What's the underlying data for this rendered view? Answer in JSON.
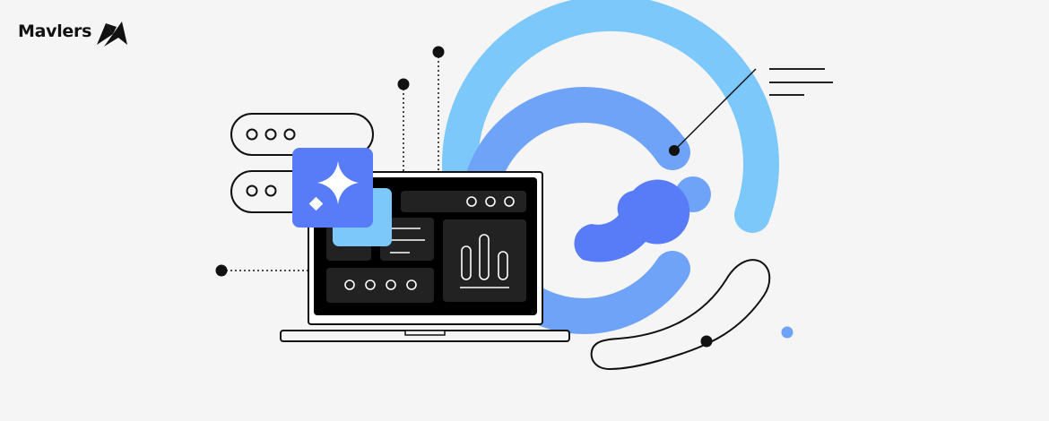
{
  "brand": {
    "name": "Mavlers",
    "mark_icon": "mavlers-m-logo-icon"
  },
  "colors": {
    "background": "#f5f5f5",
    "light_blue": "#7cc8fb",
    "mid_blue": "#6fa3f7",
    "royal_blue": "#587bf8",
    "ink": "#111111",
    "screen": "#000000",
    "panel": "#222222"
  },
  "illustration": {
    "description": "Laptop dashboard with AI sparkle card, pill-shaped server blocks, concentric blue arcs and connector dots",
    "pills": [
      {
        "dots": 3
      },
      {
        "dots": 2
      }
    ],
    "screen_panels": {
      "top_bar_dots": 3,
      "bottom_left_dots": 4,
      "chart_bars": 3,
      "text_lines": 3
    },
    "icons": [
      "sparkle-icon",
      "small-diamond-icon",
      "bar-chart-icon",
      "text-lines-icon"
    ]
  }
}
